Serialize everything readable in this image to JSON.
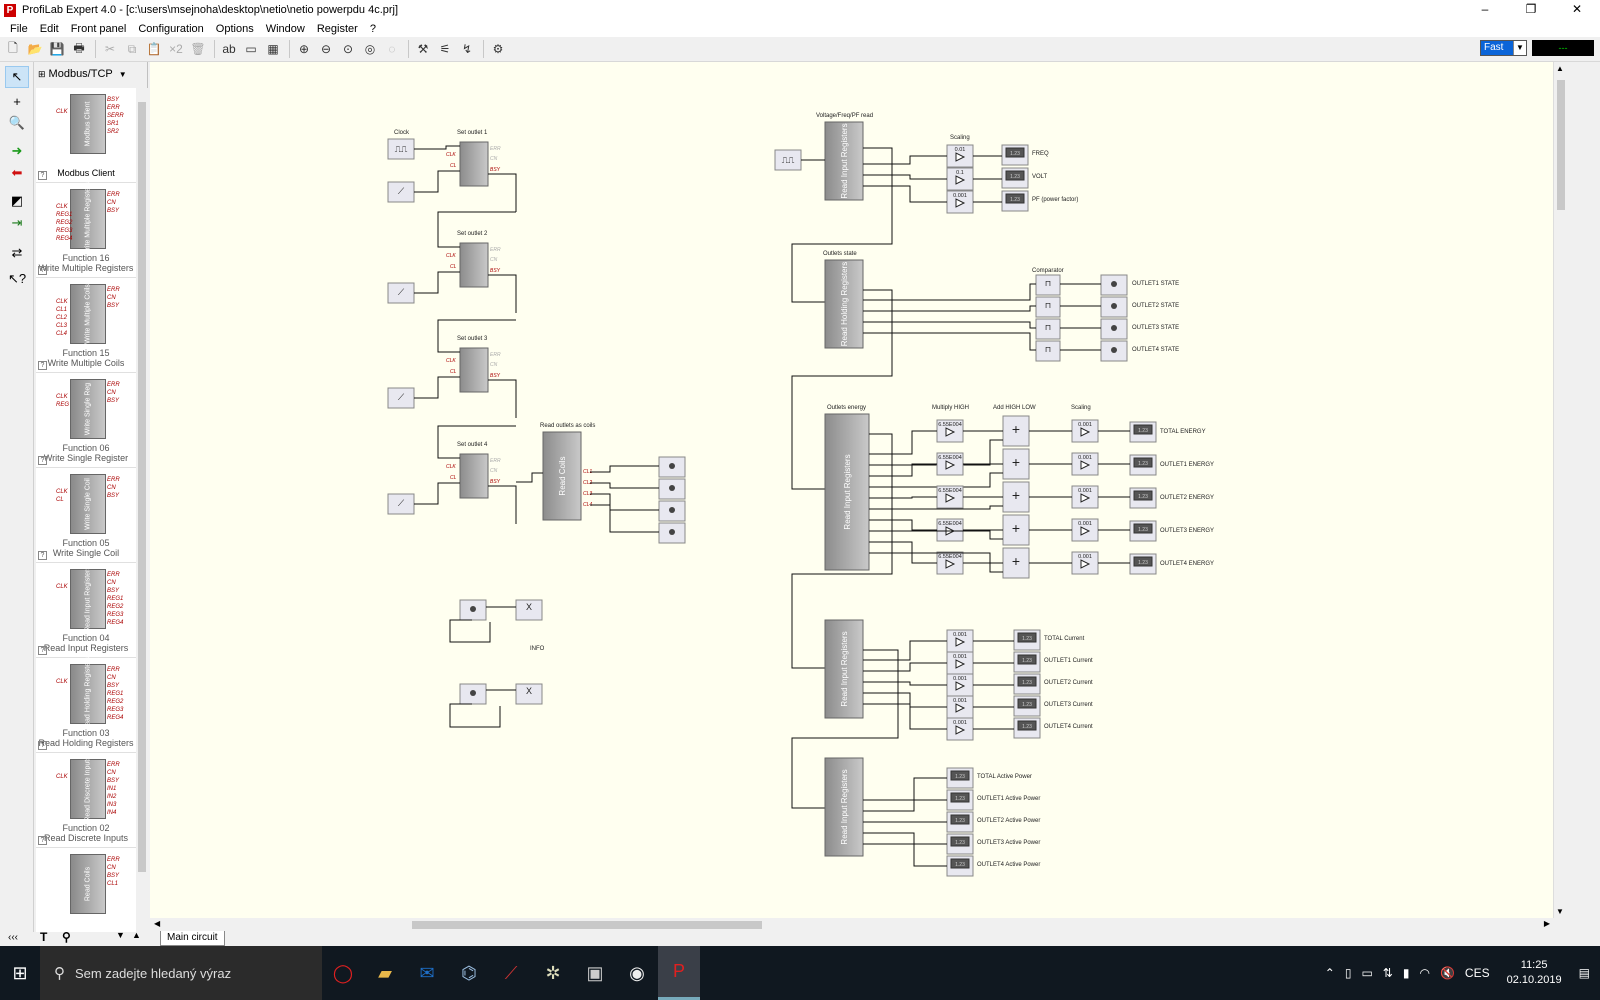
{
  "window": {
    "title": "ProfiLab Expert 4.0 - [c:\\users\\msejnoha\\desktop\\netio\\netio powerpdu 4c.prj]",
    "buttons": [
      "–",
      "❐",
      "✕"
    ]
  },
  "menu": [
    "File",
    "Edit",
    "Front panel",
    "Configuration",
    "Options",
    "Window",
    "Register",
    "?"
  ],
  "toolbar": {
    "speed_value": "Fast",
    "display_value": "---"
  },
  "library": {
    "protocol": "Modbus/TCP",
    "items": [
      {
        "name": "Modbus Client",
        "block": "Modbus Client",
        "pins": [
          "BSY",
          "ERR",
          "SERR",
          "SR1",
          "SR2"
        ],
        "inputs": [
          "CLK"
        ]
      },
      {
        "name": "Function 16\nWrite Multiple Registers",
        "block": "Write Multiple Registers",
        "pins": [
          "ERR",
          "CN",
          "BSY"
        ],
        "inputs": [
          "CLK",
          "REG1",
          "REG2",
          "REG3",
          "REG4"
        ]
      },
      {
        "name": "Function 15\nWrite Multiple Coils",
        "block": "Write Multiple Coils",
        "pins": [
          "ERR",
          "CN",
          "BSY"
        ],
        "inputs": [
          "CLK",
          "CL1",
          "CL2",
          "CL3",
          "CL4"
        ]
      },
      {
        "name": "Function 06\nWrite Single Register",
        "block": "Write Single Reg",
        "pins": [
          "ERR",
          "CN",
          "BSY"
        ],
        "inputs": [
          "CLK",
          "REG"
        ]
      },
      {
        "name": "Function 05\nWrite Single Coil",
        "block": "Write Single Coil",
        "pins": [
          "ERR",
          "CN",
          "BSY"
        ],
        "inputs": [
          "CLK",
          "CL"
        ]
      },
      {
        "name": "Function 04\nRead Input Registers",
        "block": "Read Input Registers",
        "pins": [
          "ERR",
          "CN",
          "BSY",
          "REG1",
          "REG2",
          "REG3",
          "REG4"
        ],
        "inputs": [
          "CLK"
        ]
      },
      {
        "name": "Function 03\nRead Holding Registers",
        "block": "Read Holding Registers",
        "pins": [
          "ERR",
          "CN",
          "BSY",
          "REG1",
          "REG2",
          "REG3",
          "REG4"
        ],
        "inputs": [
          "CLK"
        ]
      },
      {
        "name": "Function 02\nRead Discrete Inputs",
        "block": "Read Discrete Inputs",
        "pins": [
          "ERR",
          "CN",
          "BSY",
          "IN1",
          "IN2",
          "IN3",
          "IN4"
        ],
        "inputs": [
          "CLK"
        ]
      },
      {
        "name": "",
        "block": "Read Coils",
        "pins": [
          "ERR",
          "CN",
          "BSY",
          "CL1"
        ],
        "inputs": []
      }
    ]
  },
  "circuit": {
    "tab": "Main circuit",
    "labels": {
      "clock": "Clock",
      "set_outlet_1": "Set outlet 1",
      "set_outlet_2": "Set outlet 2",
      "set_outlet_3": "Set outlet 3",
      "set_outlet_4": "Set outlet 4",
      "read_outlets_as_coils": "Read outlets as coils",
      "info": "INFO",
      "voltage_freq": "Voltage/Freq/PF read",
      "scaling1": "Scaling",
      "outlets_state": "Outlets state",
      "comparator": "Comparator",
      "outlets_energy": "Outlets energy",
      "multiply_high": "Multiply HIGH",
      "add_high_low": "Add HIGH LOW",
      "scaling2": "Scaling"
    },
    "vfp_outputs": [
      {
        "gain": "0.01",
        "id": "GAIN2",
        "disp": "AD1",
        "label": "FREQ"
      },
      {
        "gain": "0.1",
        "id": "GAIN1",
        "disp": "AD2",
        "label": "VOLT"
      },
      {
        "gain": "0.001",
        "id": "GAIN16",
        "disp": "AD17",
        "label": "PF (power factor)"
      }
    ],
    "state_outputs": [
      "OUTLET1 STATE",
      "OUTLET2 STATE",
      "OUTLET3 STATE",
      "OUTLET4 STATE"
    ],
    "energy_outputs": [
      {
        "mult": "6.55E004",
        "gain": "0.001",
        "label": "TOTAL ENERGY"
      },
      {
        "mult": "6.55E004",
        "gain": "0.001",
        "label": "OUTLET1 ENERGY"
      },
      {
        "mult": "6.55E004",
        "gain": "0.001",
        "label": "OUTLET2 ENERGY"
      },
      {
        "mult": "6.55E004",
        "gain": "0.001",
        "label": "OUTLET3 ENERGY"
      },
      {
        "mult": "6.55E004",
        "gain": "0.001",
        "label": "OUTLET4 ENERGY"
      }
    ],
    "current_outputs": [
      {
        "gain": "0.001",
        "label": "TOTAL Current"
      },
      {
        "gain": "0.001",
        "label": "OUTLET1 Current"
      },
      {
        "gain": "0.001",
        "label": "OUTLET2 Current"
      },
      {
        "gain": "0.001",
        "label": "OUTLET3 Current"
      },
      {
        "gain": "0.001",
        "label": "OUTLET4 Current"
      }
    ],
    "power_outputs": [
      "TOTAL Active Power",
      "OUTLET1 Active Power",
      "OUTLET2 Active Power",
      "OUTLET3 Active Power",
      "OUTLET4 Active Power"
    ],
    "display_value": "1.23"
  },
  "taskbar": {
    "search_placeholder": "Sem zadejte hledaný výraz",
    "language": "CES",
    "time": "11:25",
    "date": "02.10.2019"
  }
}
